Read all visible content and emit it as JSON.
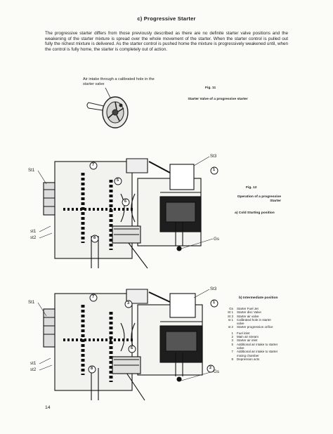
{
  "section_title": "c) Progressive Starter",
  "intro_text": "The progressive starter differs from those previously described as there are no definite starter valve positions and the weakening of the starter mixture is spread over the whole movement of the starter. When the starter control is pulled out fully the richest mixture is delivered. As the starter control is pushed home the mixture is progressively weakened until, when the control is fully home, the starter is completely out of action.",
  "fig11": {
    "callout": "Air intake through a calibrated hole in the starter valve",
    "number": "Fig. 11",
    "caption": "Starter Valve of a progressive starter"
  },
  "fig12": {
    "number": "Fig. 12",
    "title": "Operation of a progressive Starter",
    "position_a": "a) Cold Starting position",
    "position_b": "b) Intermediate position"
  },
  "diagram_labels": {
    "st3": "St3",
    "st1": "St1",
    "st1_lower": "st1",
    "st2": "st2",
    "gs": "Gs"
  },
  "callout_numbers": [
    "1",
    "2",
    "3",
    "5",
    "6",
    "7",
    "8"
  ],
  "legend_codes": [
    {
      "code": "Gs",
      "desc": "Starter Fuel Jet"
    },
    {
      "code": "St 1",
      "desc": "Starter disc Valve"
    },
    {
      "code": "St 3",
      "desc": "Starter air valve"
    },
    {
      "code": "st 1",
      "desc": "Calibrated hole in starter valve"
    },
    {
      "code": "st 2",
      "desc": "Starter progression orifice"
    }
  ],
  "legend_numbers": [
    {
      "code": "1",
      "desc": "Fuel inlet"
    },
    {
      "code": "2",
      "desc": "Main air stream"
    },
    {
      "code": "3",
      "desc": "Starter air inlet"
    },
    {
      "code": "5",
      "desc": "Additional air intake to starter valve"
    },
    {
      "code": "7",
      "desc": "Additional air intake to starter mixing chamber"
    },
    {
      "code": "8",
      "desc": "Depression acts"
    }
  ],
  "page_number": "14"
}
